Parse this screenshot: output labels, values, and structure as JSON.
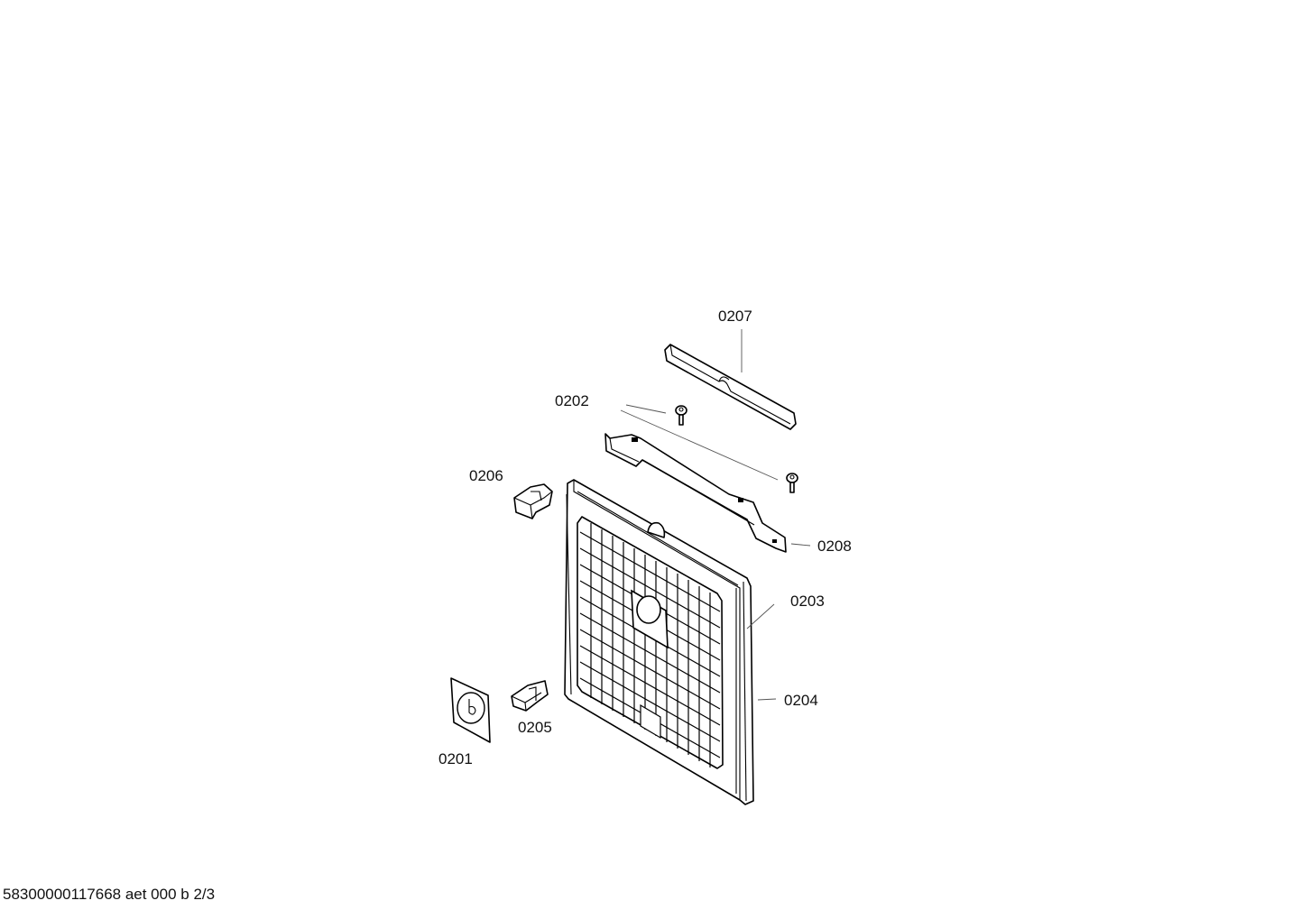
{
  "diagram": {
    "type": "exploded-parts-view",
    "parts": [
      {
        "id": "0201",
        "label": "0201",
        "description": "round dial/knob plate"
      },
      {
        "id": "0202",
        "label": "0202",
        "description": "screws (x2)"
      },
      {
        "id": "0203",
        "label": "0203",
        "description": "door frame/inner panel"
      },
      {
        "id": "0204",
        "label": "0204",
        "description": "door outer frame"
      },
      {
        "id": "0205",
        "label": "0205",
        "description": "lower hinge/clip"
      },
      {
        "id": "0206",
        "label": "0206",
        "description": "upper hinge/clip"
      },
      {
        "id": "0207",
        "label": "0207",
        "description": "handle/top strip"
      },
      {
        "id": "0208",
        "label": "0208",
        "description": "mounting bracket"
      }
    ]
  },
  "labels": {
    "l0201": "0201",
    "l0202": "0202",
    "l0203": "0203",
    "l0204": "0204",
    "l0205": "0205",
    "l0206": "0206",
    "l0207": "0207",
    "l0208": "0208"
  },
  "footer": {
    "text": "58300000117668 aet 000 b 2/3"
  }
}
